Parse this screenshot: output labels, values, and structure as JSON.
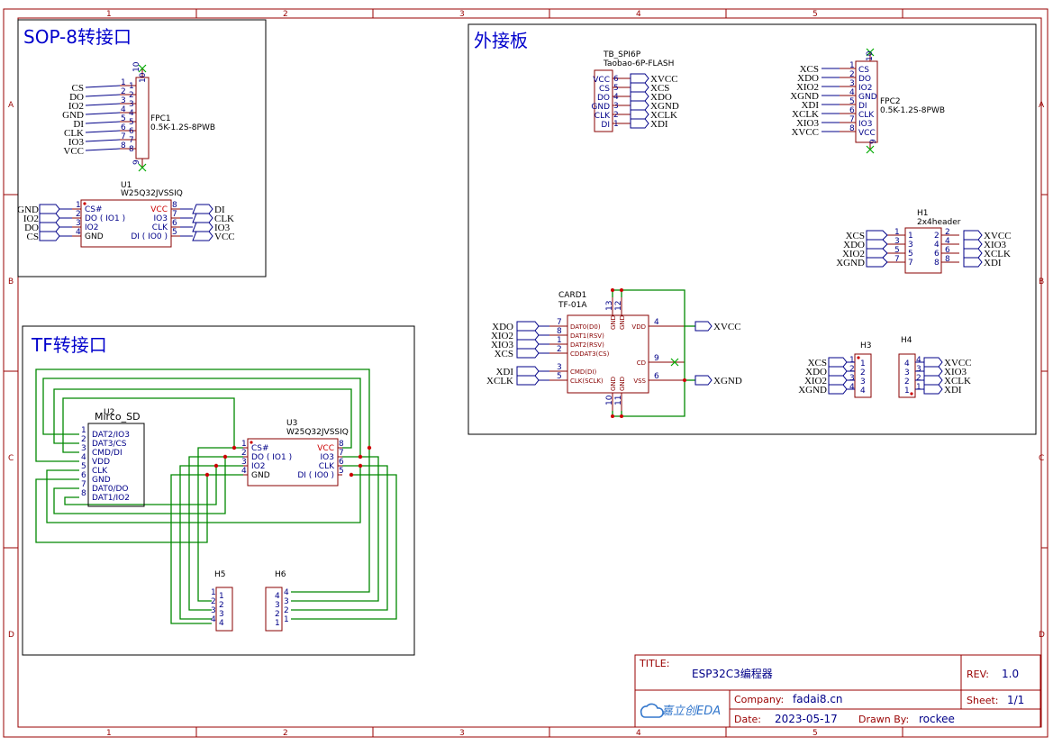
{
  "grid": {
    "cols": [
      "1",
      "2",
      "3",
      "4",
      "5"
    ],
    "rows": [
      "A",
      "B",
      "C",
      "D"
    ]
  },
  "sections": {
    "sop8": "SOP-8转接口",
    "external": "外接板",
    "tf": "TF转接口"
  },
  "components": {
    "fpc1": {
      "ref": "FPC1",
      "value": "0.5K-1.2S-8PWB"
    },
    "u1": {
      "ref": "U1",
      "value": "W25Q32JVSSIQ"
    },
    "tb": {
      "ref": "TB_SPI6P",
      "value": "Taobao-6P-FLASH"
    },
    "fpc2": {
      "ref": "FPC2",
      "value": "0.5K-1.2S-8PWB"
    },
    "h1": {
      "ref": "H1",
      "value": "2x4header"
    },
    "card1": {
      "ref": "CARD1",
      "value": "TF-01A"
    },
    "h3": {
      "ref": "H3"
    },
    "h4": {
      "ref": "H4"
    },
    "u2": {
      "ref": "U2",
      "value": "Mirco_SD"
    },
    "u3": {
      "ref": "U3",
      "value": "W25Q32JVSSIQ"
    },
    "h5": {
      "ref": "H5"
    },
    "h6": {
      "ref": "H6"
    }
  },
  "nets": {
    "cs": "CS",
    "do": "DO",
    "io2": "IO2",
    "gnd": "GND",
    "di": "DI",
    "clk": "CLK",
    "io3": "IO3",
    "vcc": "VCC",
    "xcs": "XCS",
    "xdo": "XDO",
    "xio2": "XIO2",
    "xgnd": "XGND",
    "xdi": "XDI",
    "xclk": "XCLK",
    "xio3": "XIO3",
    "xvcc": "XVCC"
  },
  "flash_pins": {
    "cs": "CS#",
    "do": "DO ( IO1 )",
    "io2": "IO2",
    "gnd": "GND",
    "vcc": "VCC",
    "io3": "IO3",
    "clk": "CLK",
    "di": "DI ( IO0 )"
  },
  "card_pins": {
    "dat0": "DAT0(D0)",
    "dat1": "DAT1(RSV)",
    "dat2": "DAT2(RSV)",
    "cd3": "CDDAT3(CS)",
    "cmd": "CMD(DI)",
    "clk": "CLK(SCLK)",
    "vdd": "VDD",
    "cd": "CD",
    "vss": "VSS",
    "gnd": "GND"
  },
  "sd_pins": [
    "DAT2/IO3",
    "DAT3/CS",
    "CMD/DI",
    "VDD",
    "CLK",
    "GND",
    "DAT0/DO",
    "DAT1/IO2"
  ],
  "fpc2_pins": [
    "CS",
    "DO",
    "IO2",
    "GND",
    "DI",
    "CLK",
    "IO3",
    "VCC"
  ],
  "title_block": {
    "title_label": "TITLE:",
    "title": "ESP32C3编程器",
    "rev_label": "REV:",
    "rev": "1.0",
    "company_label": "Company:",
    "company": "fadai8.cn",
    "sheet_label": "Sheet:",
    "sheet": "1/1",
    "date_label": "Date:",
    "date": "2023-05-17",
    "drawn_label": "Drawn By:",
    "drawn": "rockee",
    "logo": "嘉立创EDA"
  },
  "colors": {
    "frame": "#990000",
    "wire": "#008800",
    "net": "#000088",
    "title": "#0000cc"
  }
}
